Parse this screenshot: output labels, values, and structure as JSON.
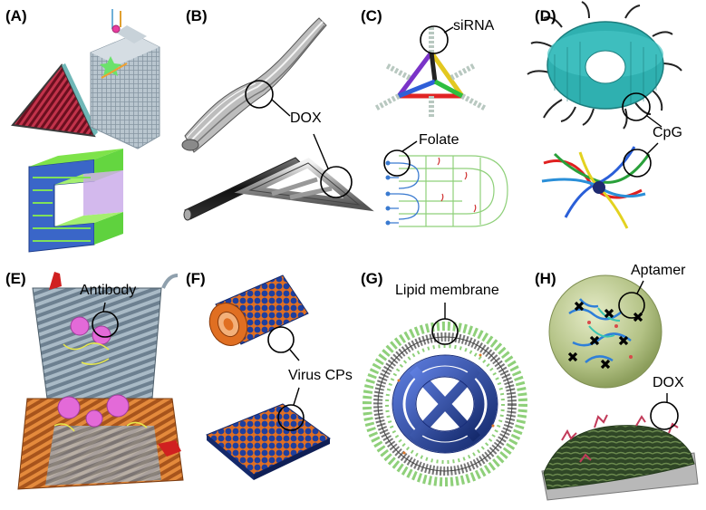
{
  "panels": [
    {
      "label": "(A)"
    },
    {
      "label": "(B)",
      "annotations": [
        "DOX"
      ]
    },
    {
      "label": "(C)",
      "annotations": [
        "siRNA",
        "Folate"
      ]
    },
    {
      "label": "(D)",
      "annotations": [
        "CpG"
      ]
    },
    {
      "label": "(E)",
      "annotations": [
        "Antibody"
      ]
    },
    {
      "label": "(F)",
      "annotations": [
        "Virus CPs"
      ]
    },
    {
      "label": "(G)",
      "annotations": [
        "Lipid membrane"
      ]
    },
    {
      "label": "(H)",
      "annotations": [
        "Aptamer",
        "DOX"
      ]
    }
  ],
  "colors": {
    "triangle_red": "#8b1a2b",
    "helix_gray": "#a9b4bb",
    "teal": "#2fb3b3",
    "blue_dark": "#1f3a8a",
    "orange": "#e07a2c",
    "pink": "#e26ad6",
    "sphere_green": "#b9c98a",
    "mesh_green": "#3f5a2e",
    "dox_red": "#c23b5a"
  }
}
